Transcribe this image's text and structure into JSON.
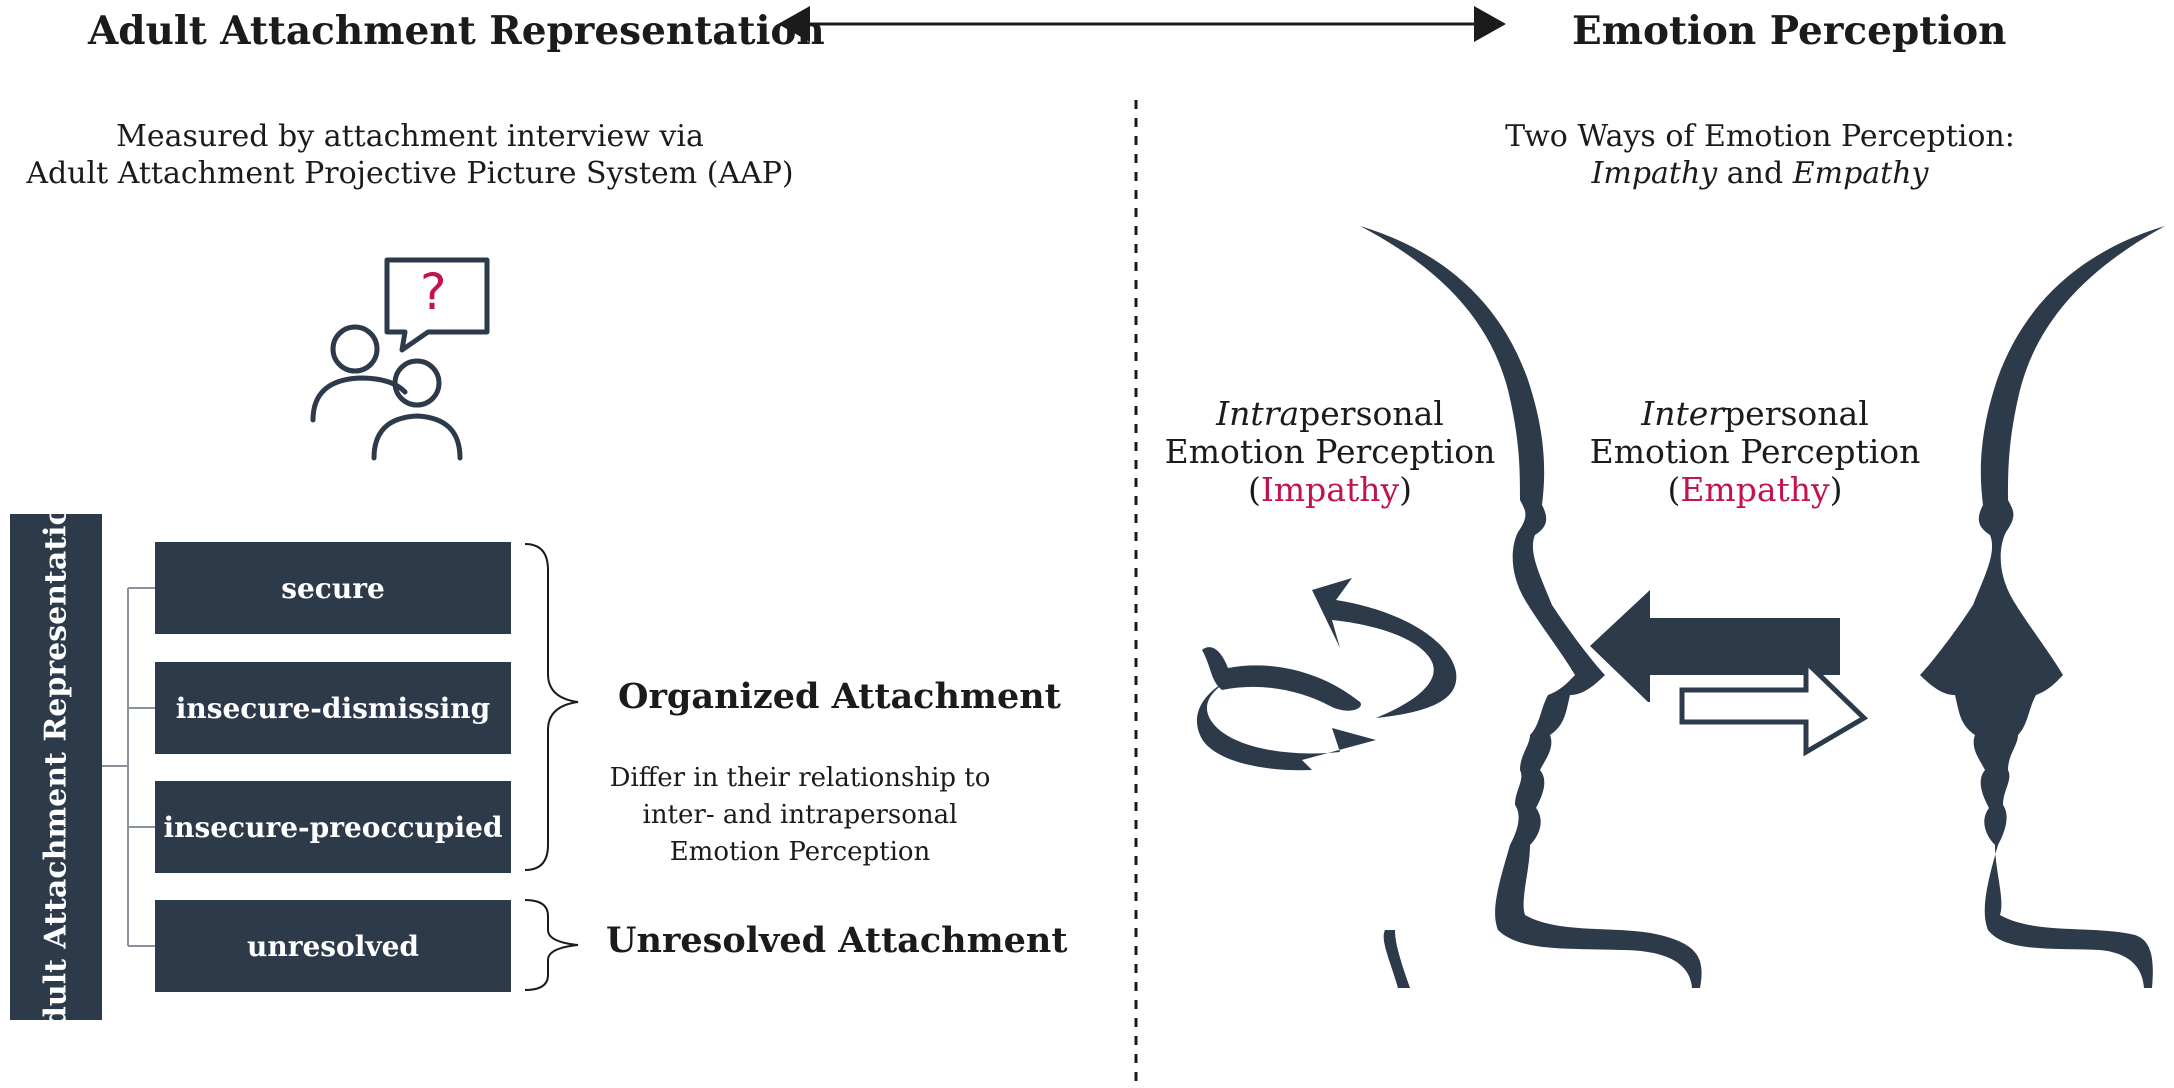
{
  "left": {
    "title": "Adult Attachment Representation",
    "measure_line1": "Measured by attachment interview via",
    "measure_line2": "Adult Attachment Projective Picture System (AAP)",
    "vertical_label": "Adult Attachment Representation",
    "categories": [
      "secure",
      "insecure-dismissing",
      "insecure-preoccupied",
      "unresolved"
    ],
    "organized_label": "Organized Attachment",
    "differ_line1": "Differ in their relationship to",
    "differ_line2": "inter- and intrapersonal",
    "differ_line3": "Emotion Perception",
    "unresolved_label": "Unresolved Attachment",
    "question_mark": "?"
  },
  "right": {
    "title": "Emotion Perception",
    "ways_line1": "Two Ways of Emotion Perception:",
    "ways_impathy": "Impathy",
    "ways_and": " and ",
    "ways_empathy": "Empathy",
    "intra": {
      "prefix": "Intra",
      "suffix": "personal",
      "line2": "Emotion Perception",
      "open": "(",
      "term": "Impathy",
      "close": ")"
    },
    "inter": {
      "prefix": "Inter",
      "suffix": "personal",
      "line2": "Emotion Perception",
      "open": "(",
      "term": "Empathy",
      "close": ")"
    }
  },
  "colors": {
    "navy": "#2d3a4a",
    "accent": "#c0134f",
    "text": "#1b1b1b"
  },
  "icons": [
    "interview-people-icon",
    "speech-bubble-icon",
    "circular-arrows-icon",
    "bidirectional-arrows-icon",
    "face-profile-left-icon",
    "face-profile-right-icon"
  ]
}
